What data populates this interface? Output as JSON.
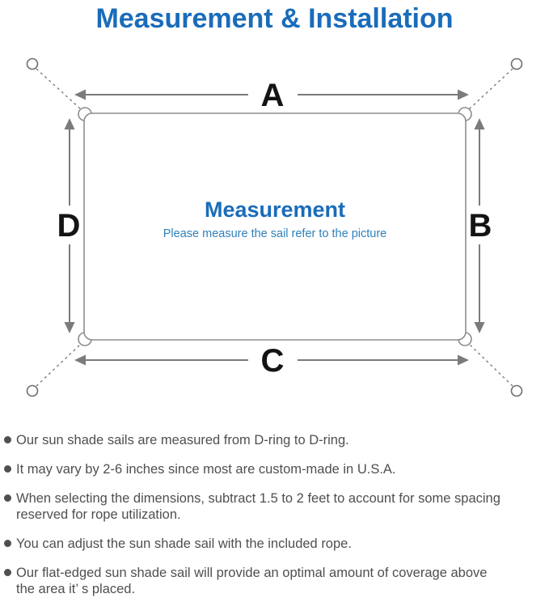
{
  "title": "Measurement & Installation",
  "colors": {
    "accent_blue": "#1a6cba",
    "subtitle_blue": "#2e80ba",
    "line_gray": "#7b7b7b",
    "outline_gray": "#8d8d8d",
    "ring_gray": "#6e6e6e",
    "label_black": "#141414",
    "text_gray": "#4f4f4f"
  },
  "diagram": {
    "center_heading": "Measurement",
    "center_subtitle": "Please measure the sail refer to the picture",
    "labels": {
      "top": "A",
      "right": "B",
      "bottom": "C",
      "left": "D"
    }
  },
  "bullets": [
    {
      "text": "Our sun shade sails are measured from D-ring to D-ring."
    },
    {
      "text": "It may vary by 2-6 inches since most are custom-made in U.S.A."
    },
    {
      "text": "When selecting the dimensions, subtract 1.5 to 2 feet to account for some spacing\nreserved for rope utilization."
    },
    {
      "text": "You can adjust the sun shade sail with the included rope."
    },
    {
      "text": "Our flat-edged sun shade sail will provide an optimal amount of coverage above\nthe area it’ s placed."
    }
  ]
}
